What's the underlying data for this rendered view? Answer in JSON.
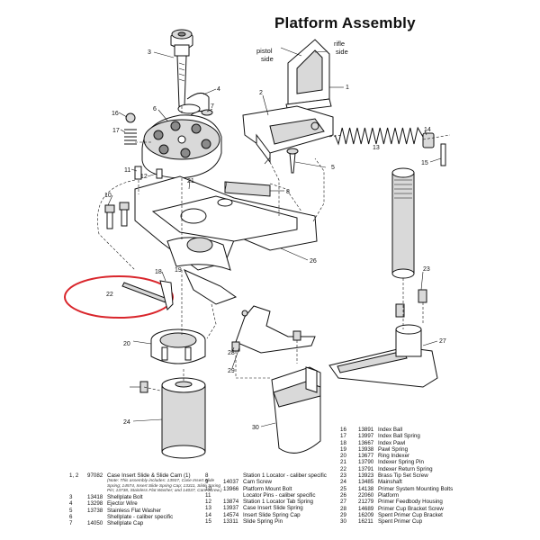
{
  "title": "Platform Assembly",
  "annotations": {
    "pistol_side": "pistol\nside",
    "rifle_side": "rifle\nside"
  },
  "part_numbers": [
    "1",
    "2",
    "3",
    "4",
    "5",
    "6",
    "7",
    "8",
    "10",
    "11",
    "12",
    "13",
    "14",
    "15",
    "16",
    "17",
    "18",
    "19",
    "20",
    "21",
    "22",
    "23",
    "24",
    "25",
    "26",
    "27",
    "28",
    "29",
    "30"
  ],
  "highlight": {
    "part": "22",
    "color": "#d9262c"
  },
  "legend_left": [
    {
      "num": "1, 2",
      "code": "97082",
      "desc": "Case Insert Slide & Slide Cam (1)"
    },
    {
      "note": "(Note: This assembly includes: 13937, Case Insert Slide"
    },
    {
      "note": "Spring; 14574, Insert Slide Spring Cap; 13311, Slide Spring"
    },
    {
      "note": "Pin; 13738, Stainless Flat Washer; and 14037, Cam Screw.)"
    },
    {
      "num": "3",
      "code": "13418",
      "desc": "Shellplate Bolt"
    },
    {
      "num": "4",
      "code": "13298",
      "desc": "Ejector Wire"
    },
    {
      "num": "5",
      "code": "13738",
      "desc": "Stainless Flat Washer"
    },
    {
      "num": "6",
      "code": "",
      "desc": "Shellplate - caliber specific"
    },
    {
      "num": "7",
      "code": "14050",
      "desc": "Shellplate Cap"
    }
  ],
  "legend_mid": [
    {
      "num": "8",
      "code": "",
      "desc": "Station 1 Locator - caliber specific"
    },
    {
      "num": "9",
      "code": "14037",
      "desc": "Cam Screw"
    },
    {
      "num": "10",
      "code": "13966",
      "desc": "Platform Mount Bolt"
    },
    {
      "num": "11",
      "code": "",
      "desc": "Locator Pins - caliber specific"
    },
    {
      "num": "12",
      "code": "13874",
      "desc": "Station 1 Locator Tab Spring"
    },
    {
      "num": "13",
      "code": "13937",
      "desc": "Case Insert Slide Spring"
    },
    {
      "num": "14",
      "code": "14574",
      "desc": "Insert Slide Spring Cap"
    },
    {
      "num": "15",
      "code": "13311",
      "desc": "Slide Spring Pin"
    }
  ],
  "legend_right": [
    {
      "num": "16",
      "code": "13891",
      "desc": "Index Ball"
    },
    {
      "num": "17",
      "code": "13997",
      "desc": "Index Ball Spring"
    },
    {
      "num": "18",
      "code": "13667",
      "desc": "Index Pawl"
    },
    {
      "num": "19",
      "code": "13938",
      "desc": "Pawl Spring"
    },
    {
      "num": "20",
      "code": "13677",
      "desc": "Ring Indexer"
    },
    {
      "num": "21",
      "code": "13790",
      "desc": "Indexer Spring Pin"
    },
    {
      "num": "22",
      "code": "13791",
      "desc": "Indexer Return Spring"
    },
    {
      "num": "23",
      "code": "13923",
      "desc": "Brass Tip Set Screw"
    },
    {
      "num": "24",
      "code": "13485",
      "desc": "Mainshaft"
    },
    {
      "num": "25",
      "code": "14138",
      "desc": "Primer System Mounting Bolts"
    },
    {
      "num": "26",
      "code": "22060",
      "desc": "Platform"
    },
    {
      "num": "27",
      "code": "21279",
      "desc": "Primer Feedbody Housing"
    },
    {
      "num": "28",
      "code": "14689",
      "desc": "Primer Cup Bracket Screw"
    },
    {
      "num": "29",
      "code": "16209",
      "desc": "Spent Primer Cup Bracket"
    },
    {
      "num": "30",
      "code": "16211",
      "desc": "Spent Primer Cup"
    }
  ]
}
